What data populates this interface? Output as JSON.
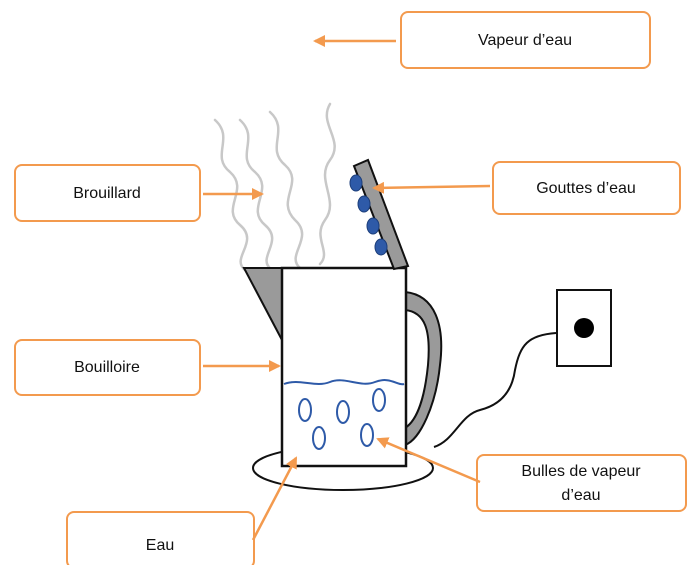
{
  "labels": {
    "vapeur": "Vapeur d’eau",
    "brouillard": "Brouillard",
    "gouttes": "Gouttes d’eau",
    "bouilloire": "Bouilloire",
    "bulles_line1": "Bulles de vapeur",
    "bulles_line2": "d’eau",
    "eau": "Eau"
  },
  "colors": {
    "accent": "#f39a4e",
    "kettle_outline": "#111111",
    "kettle_spout": "#9a9a9a",
    "water_blue": "#2e5aa8",
    "steam": "#c8c8c8",
    "plug_dot": "#000000"
  },
  "icons": {
    "kettle": "kettle-icon",
    "outlet": "power-outlet-icon",
    "steam": "steam-icon",
    "bubbles": "bubble-icon"
  }
}
